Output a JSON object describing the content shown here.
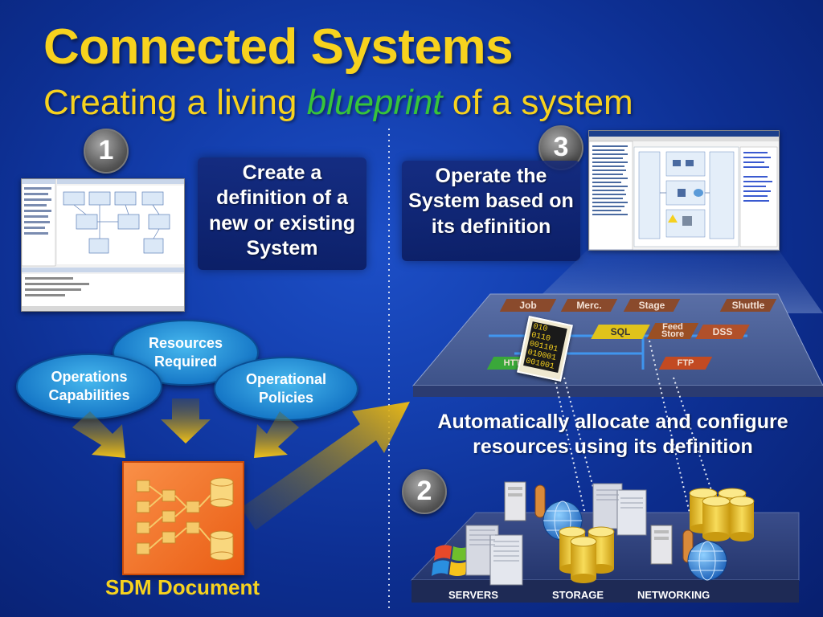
{
  "title": "Connected Systems",
  "subtitle": {
    "before": "Creating a living ",
    "emphasis": "blueprint",
    "after": " of a system"
  },
  "steps": [
    {
      "number": "1",
      "text": "Create a definition of a new or existing System"
    },
    {
      "number": "2",
      "text": "Automatically allocate and configure resources using its definition"
    },
    {
      "number": "3",
      "text": "Operate the System based on its definition"
    }
  ],
  "inputs": [
    {
      "label": "Resources Required"
    },
    {
      "label": "Operations Capabilities"
    },
    {
      "label": "Operational Policies"
    }
  ],
  "sdm_document": "SDM Document",
  "platform_services": [
    "Job",
    "Merc.",
    "Stage",
    "Shuttle",
    "SQL",
    "Feed Store",
    "DSS",
    "HTTP",
    "FTP"
  ],
  "binary_text": [
    "010",
    "0110",
    "001101",
    "010001",
    "001001"
  ],
  "resource_labels": {
    "servers": "SERVERS",
    "storage": "STORAGE",
    "networking": "NETWORKING"
  },
  "colors": {
    "title": "#f7d21e",
    "emphasis": "#37c43a",
    "background": "#1440b0",
    "accent_orange": "#f06a22"
  }
}
